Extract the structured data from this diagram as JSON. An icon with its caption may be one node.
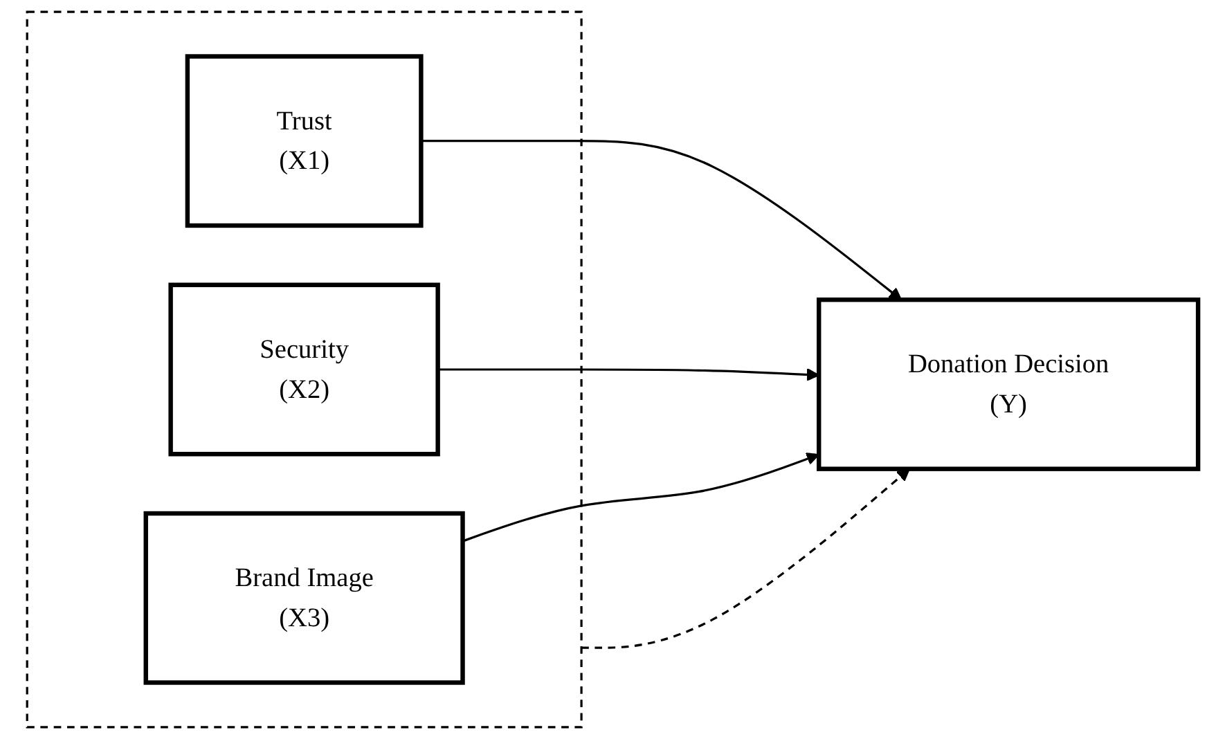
{
  "diagram": {
    "nodes": [
      {
        "text": [],
        "shape": "box"
      },
      {
        "text": [
          "Trust",
          "(X1)"
        ],
        "in": 0
      },
      {
        "text": [
          "Security",
          "(X2)"
        ],
        "in": 0
      },
      {
        "text": [
          "Brand Image",
          "(X3)"
        ],
        "in": 0
      },
      {
        "text": [
          "Donation Decision",
          "(Y)"
        ]
      }
    ],
    "edges": [
      {
        "from": 1,
        "to": 4,
        "arrow": "to"
      },
      {
        "from": 2,
        "to": 4,
        "arrow": "to"
      },
      {
        "from": 3,
        "to": 4,
        "arrow": "to"
      },
      {
        "from": 0,
        "to": 4,
        "arrow": "to",
        "style": "dashed"
      }
    ]
  }
}
